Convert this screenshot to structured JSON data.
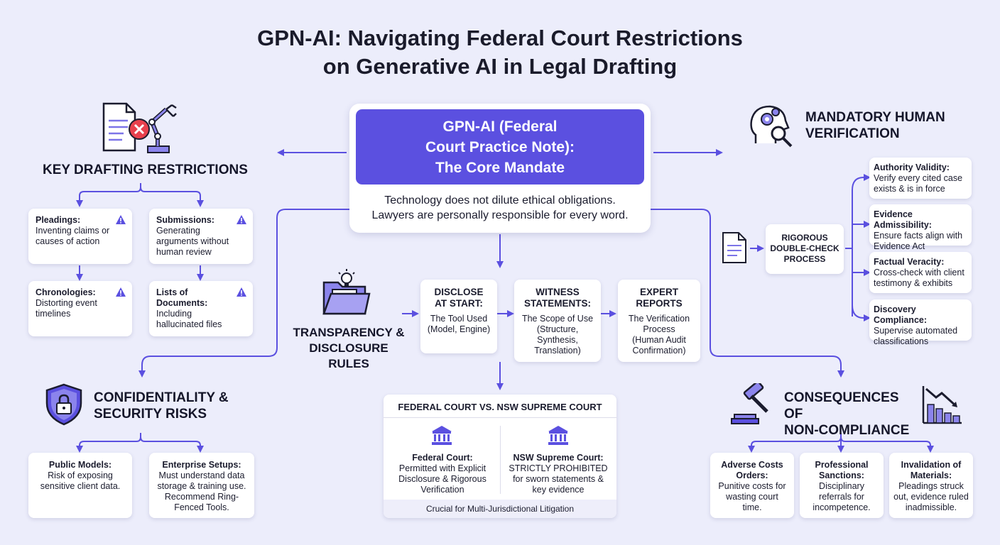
{
  "title": {
    "line1": "GPN-AI: Navigating Federal Court Restrictions",
    "line2": "on Generative AI in Legal Drafting"
  },
  "core": {
    "title_lines": [
      "GPN-AI (Federal",
      "Court Practice Note):",
      "The Core Mandate"
    ],
    "subtitle_lines": [
      "Technology does not dilute ethical obligations.",
      "Lawyers are personally responsible for every word."
    ]
  },
  "drafting": {
    "heading": "KEY DRAFTING RESTRICTIONS",
    "cards": [
      {
        "title": "Pleadings:",
        "text_lines": [
          "Inventing claims or",
          "causes of action"
        ]
      },
      {
        "title": "Submissions:",
        "text_lines": [
          "Generating",
          "arguments without",
          "human review"
        ]
      },
      {
        "title": "Chronologies:",
        "text_lines": [
          "Distorting event",
          "timelines"
        ]
      },
      {
        "title_lines": [
          "Lists of",
          "Documents:"
        ],
        "text_lines": [
          "Including",
          "hallucinated files"
        ]
      }
    ]
  },
  "verification": {
    "heading_lines": [
      "MANDATORY HUMAN",
      "VERIFICATION"
    ],
    "process_lines": [
      "RIGOROUS",
      "DOUBLE-CHECK",
      "PROCESS"
    ],
    "items": [
      {
        "title": "Authority Validity:",
        "text_lines": [
          "Verify every cited case",
          "exists & is in force"
        ]
      },
      {
        "title": "Evidence Admissibility:",
        "text_lines": [
          "Ensure facts align with",
          "Evidence Act"
        ]
      },
      {
        "title": "Factual Veracity:",
        "text_lines": [
          "Cross-check with client",
          "testimony & exhibits"
        ]
      },
      {
        "title": "Discovery Compliance:",
        "text_lines": [
          "Supervise automated",
          "classifications"
        ]
      }
    ]
  },
  "transparency": {
    "heading_lines": [
      "TRANSPARENCY &",
      "DISCLOSURE RULES"
    ],
    "cards": [
      {
        "title_lines": [
          "DISCLOSE",
          "AT START:"
        ],
        "text_lines": [
          "The Tool Used",
          "(Model, Engine)"
        ]
      },
      {
        "title_lines": [
          "WITNESS",
          "STATEMENTS:"
        ],
        "text_lines": [
          "The Scope of Use",
          "(Structure,",
          "Synthesis,",
          "Translation)"
        ]
      },
      {
        "title_lines": [
          "EXPERT",
          "REPORTS"
        ],
        "text_lines": [
          "The Verification",
          "Process",
          "(Human Audit",
          "Confirmation)"
        ]
      }
    ]
  },
  "comparison": {
    "heading": "FEDERAL COURT VS. NSW SUPREME COURT",
    "federal": {
      "title": "Federal Court:",
      "text_lines": [
        "Permitted with Explicit",
        "Disclosure & Rigorous",
        "Verification"
      ]
    },
    "nsw": {
      "title": "NSW Supreme Court:",
      "text_lines": [
        "STRICTLY PROHIBITED",
        "for sworn statements &",
        "key evidence"
      ]
    },
    "footer": "Crucial for Multi-Jurisdictional Litigation"
  },
  "confidentiality": {
    "heading_lines": [
      "CONFIDENTIALITY &",
      "SECURITY RISKS"
    ],
    "cards": [
      {
        "title": "Public Models:",
        "text_lines": [
          "Risk of exposing",
          "sensitive client data."
        ]
      },
      {
        "title": "Enterprise Setups:",
        "text_lines": [
          "Must understand data",
          "storage & training use.",
          "Recommend Ring-",
          "Fenced Tools."
        ]
      }
    ]
  },
  "consequences": {
    "heading_lines": [
      "CONSEQUENCES OF",
      "NON-COMPLIANCE"
    ],
    "cards": [
      {
        "title_lines": [
          "Adverse Costs",
          "Orders:"
        ],
        "text_lines": [
          "Punitive costs for",
          "wasting court",
          "time."
        ]
      },
      {
        "title_lines": [
          "Professional",
          "Sanctions:"
        ],
        "text_lines": [
          "Disciplinary",
          "referrals for",
          "incompetence."
        ]
      },
      {
        "title_lines": [
          "Invalidation of",
          "Materials:"
        ],
        "text_lines": [
          "Pleadings struck",
          "out, evidence ruled",
          "inadmissible."
        ]
      }
    ]
  },
  "colors": {
    "accent": "#5b50e0",
    "arrow": "#5b50e0",
    "background": "#ecedfb",
    "warning": "#5b50e0"
  },
  "icons": {
    "drafting": "document-robot-arm-icon",
    "verification": "head-gears-magnifier-icon",
    "verification_doc": "document-icon",
    "transparency": "folder-lightbulb-icon",
    "confidentiality": "shield-lock-icon",
    "consequences": "gavel-chart-down-icon",
    "court": "courthouse-icon",
    "warning": "warning-triangle-icon"
  }
}
